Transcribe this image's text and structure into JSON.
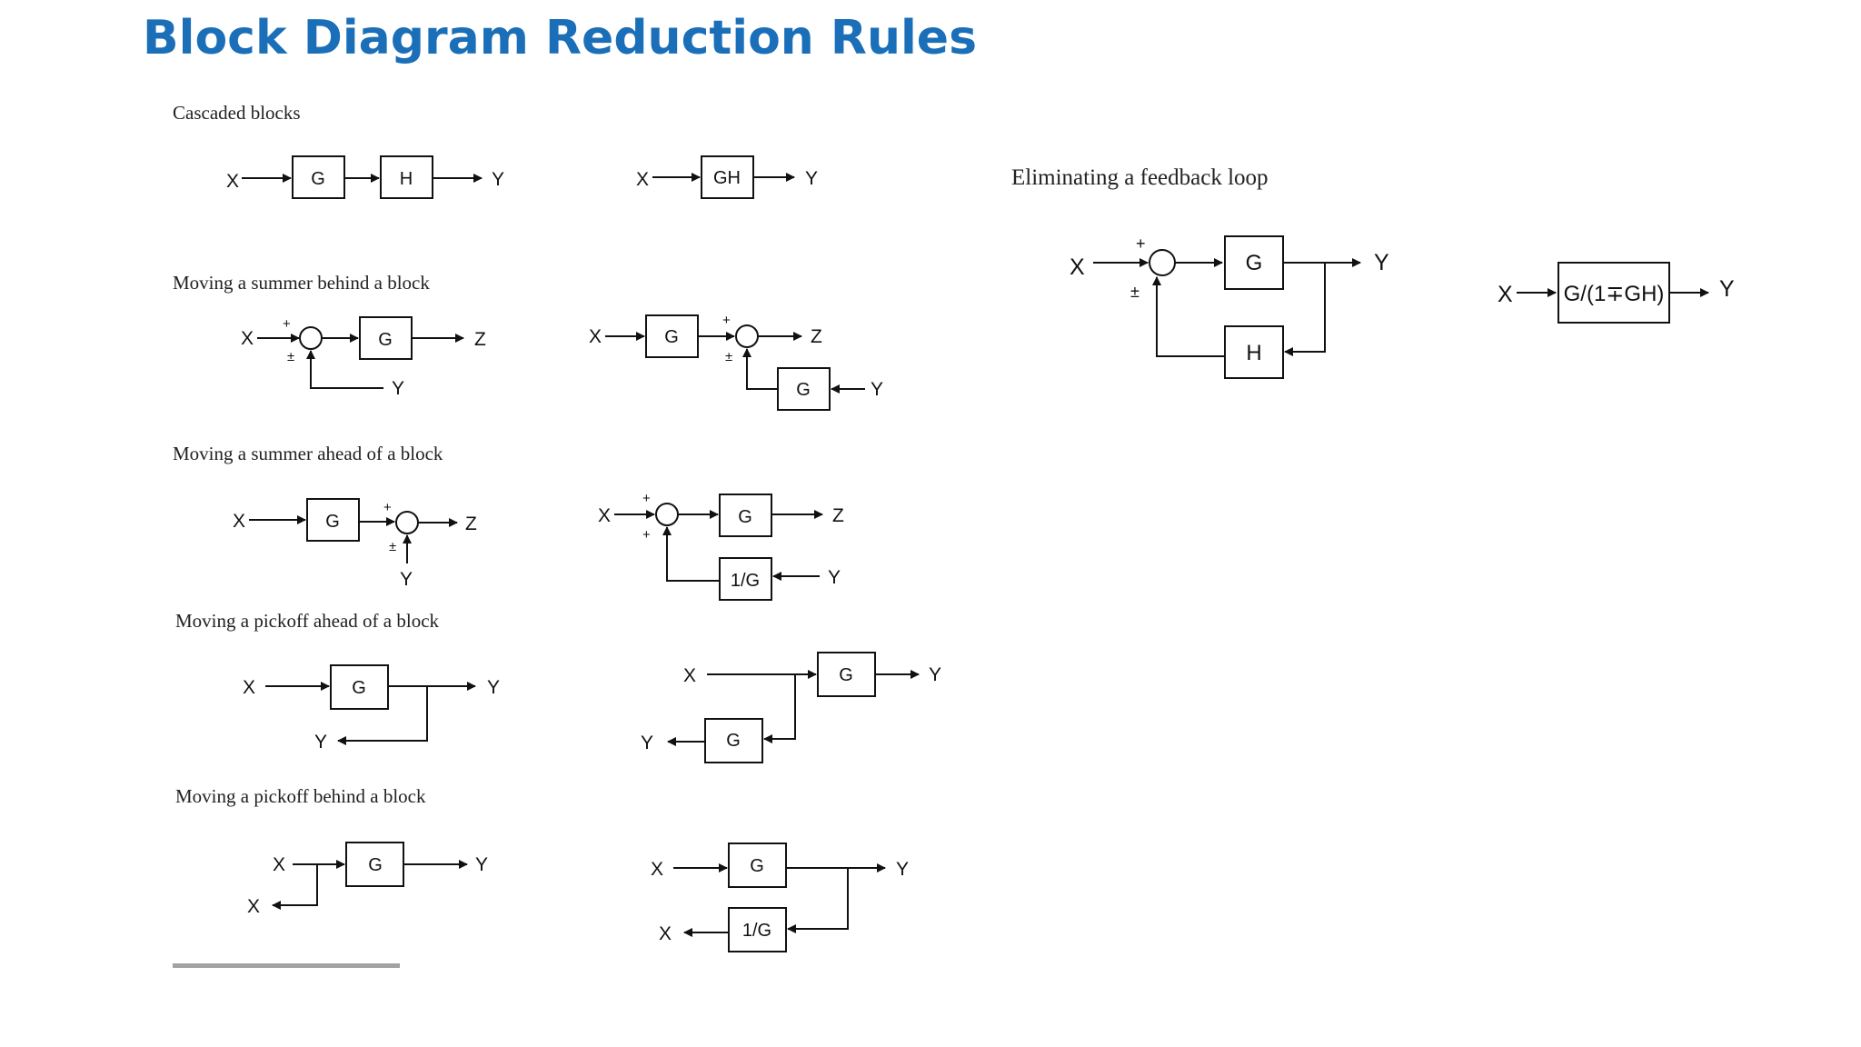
{
  "title": "Block Diagram Reduction Rules",
  "sections": {
    "cascaded": "Cascaded blocks",
    "summer_behind": "Moving a summer behind a block",
    "summer_ahead": "Moving a summer ahead of a block",
    "pickoff_ahead": "Moving a pickoff ahead of a block",
    "pickoff_behind": "Moving a pickoff behind a block",
    "feedback": "Eliminating a feedback loop"
  },
  "labels": {
    "x": "X",
    "y": "Y",
    "z": "Z",
    "g": "G",
    "h": "H",
    "gh": "GH",
    "inv_g": "1/G",
    "closed_loop": "G/(1∓GH)",
    "plus": "+",
    "plus_minus": "±"
  },
  "colors": {
    "title": "#1a6fb8",
    "ink": "#111111"
  }
}
